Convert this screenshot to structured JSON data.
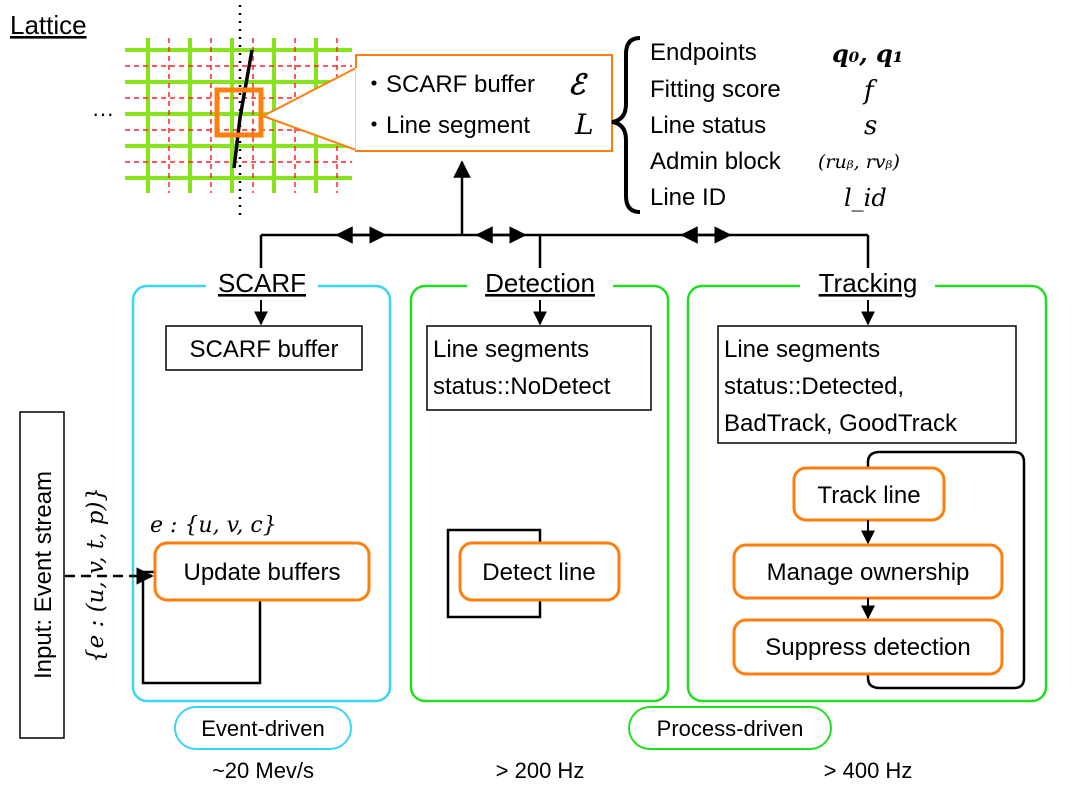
{
  "lattice": {
    "title": "Lattice",
    "ellipsis": "···"
  },
  "callout": {
    "item1_text": "・SCARF buffer",
    "item1_symbol": "ℰ",
    "item2_text": "・Line segment",
    "item2_symbol": "L"
  },
  "properties": [
    {
      "name": "Endpoints",
      "symbol": "q₀, q₁"
    },
    {
      "name": "Fitting score",
      "symbol": "f"
    },
    {
      "name": "Line status",
      "symbol": "s"
    },
    {
      "name": "Admin block",
      "symbol": "(ruᵦ, rvᵦ)"
    },
    {
      "name": "Line ID",
      "symbol": "l_id"
    }
  ],
  "modules": {
    "scarf": {
      "title": "SCARF",
      "state_box": "SCARF buffer",
      "event_label": "e : {u, v, c}",
      "process": "Update buffers",
      "mode": "Event-driven",
      "rate": "~20 Mev/s"
    },
    "detection": {
      "title": "Detection",
      "state_line1": "Line segments",
      "state_line2": "status::NoDetect",
      "process": "Detect line",
      "rate": "> 200 Hz"
    },
    "tracking": {
      "title": "Tracking",
      "state_line1": "Line segments",
      "state_line2": "status::Detected,",
      "state_line3": "BadTrack, GoodTrack",
      "process1": "Track line",
      "process2": "Manage ownership",
      "process3": "Suppress detection",
      "rate": "> 400 Hz"
    }
  },
  "process_driven_label": "Process-driven",
  "input": {
    "label": "Input: Event stream",
    "formula": "{e : (u, v, t, p)}"
  },
  "colors": {
    "lattice_grid": "#88e31f",
    "lattice_dash": "#ff2222",
    "highlight": "#ff7f0e",
    "scarf_border": "#38d6f0",
    "green_border": "#22dd22",
    "line": "#000000"
  }
}
